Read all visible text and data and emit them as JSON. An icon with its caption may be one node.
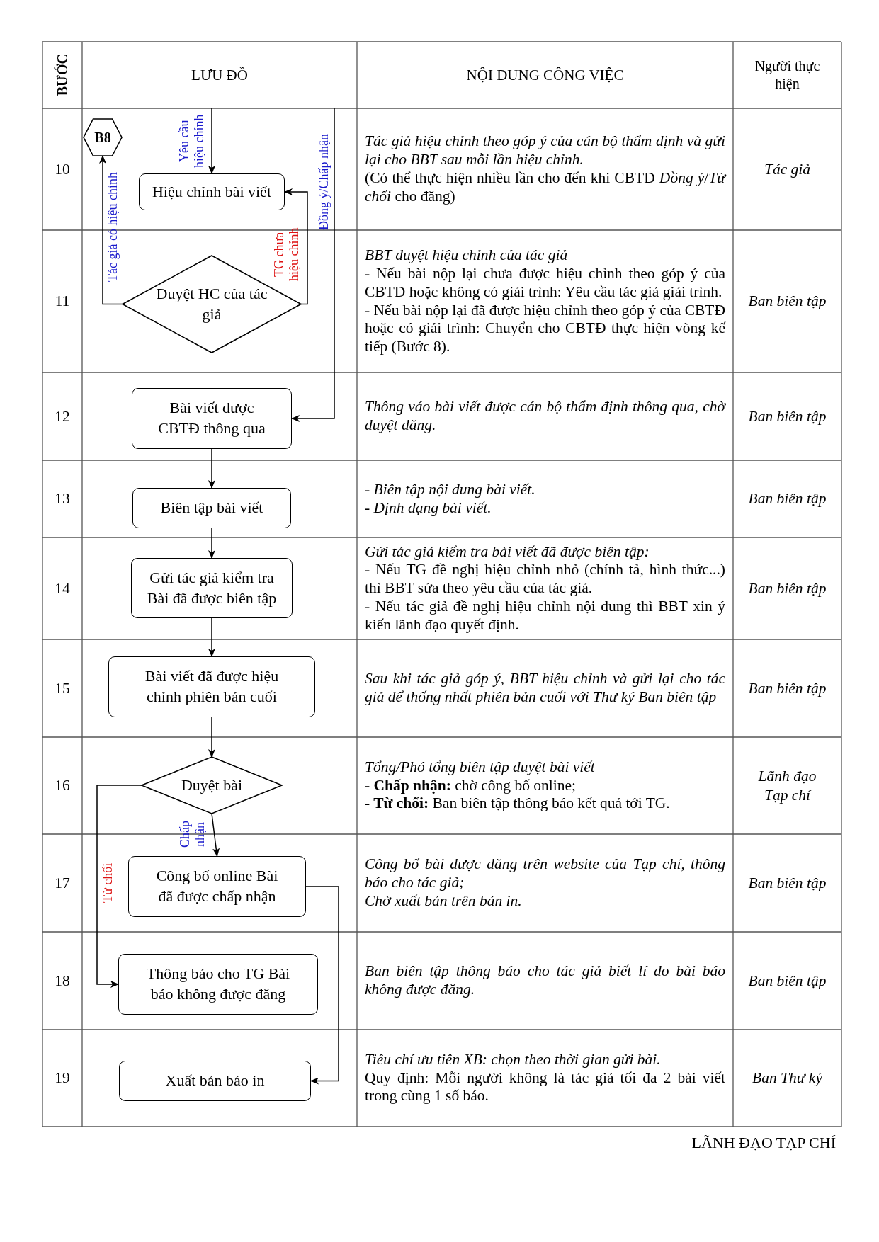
{
  "diagram": {
    "nodes": [
      {
        "text": [
          "B8"
        ]
      },
      {
        "text": [
          "Hiệu chỉnh bài viết"
        ]
      },
      {
        "text": [
          "Duyệt HC của tác giả"
        ]
      },
      {
        "text": [
          "Bài viết được CBTĐ thông qua"
        ]
      },
      {
        "text": [
          "Biên tập bài viết"
        ]
      },
      {
        "text": [
          "Gửi tác giả kiểm tra Bài đã được biên tập"
        ]
      },
      {
        "text": [
          "Bài viết đã được hiệu chỉnh phiên bản cuối"
        ]
      },
      {
        "text": [
          "Duyệt bài"
        ]
      },
      {
        "text": [
          "Công bố online Bài đã được chấp nhận"
        ]
      },
      {
        "text": [
          "Thông báo cho TG Bài báo không được đăng"
        ]
      },
      {
        "text": [
          "Xuất bản báo in"
        ]
      }
    ],
    "edges": [
      {
        "from": null,
        "to": 1,
        "arrow": "to",
        "label": "Yêu cầu hiệu chỉnh"
      },
      {
        "from": 2,
        "to": 0,
        "arrow": "to",
        "label": "Tác giả có hiệu chỉnh"
      },
      {
        "from": 2,
        "to": 1,
        "arrow": "to",
        "label": "TG chưa hiệu chỉnh"
      },
      {
        "from": null,
        "to": 3,
        "arrow": "to",
        "label": "Đồng ý/Chấp nhận"
      },
      {
        "from": 3,
        "to": 4,
        "arrow": "to"
      },
      {
        "from": 4,
        "to": 5,
        "arrow": "to"
      },
      {
        "from": 5,
        "to": 6,
        "arrow": "to"
      },
      {
        "from": 6,
        "to": 7,
        "arrow": "to"
      },
      {
        "from": 7,
        "to": 8,
        "arrow": "to",
        "label": "Chấp nhận"
      },
      {
        "from": 7,
        "to": 9,
        "arrow": "to",
        "label": "Từ chối"
      },
      {
        "from": 8,
        "to": 10,
        "arrow": "to"
      }
    ],
    "labels": [
      "BƯỚC",
      "LƯU ĐỒ",
      "NỘI DUNG CÔNG VIỆC",
      "Người thực hiện",
      "10",
      "Tác giả hiệu chỉnh theo góp ý của cán bộ thẩm định và gửi lại cho BBT sau mỗi lần hiệu chỉnh.",
      "(Có thể thực hiện nhiều lần cho đến khi CBTĐ *Đồng ý*/*Từ chối* cho đăng)",
      "Tác giả",
      "11",
      "BBT duyệt hiệu chỉnh của tác giả",
      "- Nếu bài nộp lại chưa được hiệu chỉnh theo góp ý của CBTĐ hoặc không có giải trình: Yêu cầu tác giả giải trình.",
      "- Nếu bài nộp lại đã được hiệu chỉnh theo góp ý của CBTĐ hoặc có giải trình: Chuyển cho CBTĐ thực hiện vòng kế tiếp (Bước 8).",
      "Ban biên tập",
      "12",
      "Thông váo bài viết được cán bộ thẩm định thông qua, chờ duyệt đăng.",
      "Ban biên tập",
      "13",
      "- Biên tập nội dung bài viết.",
      "- Định dạng bài viết.",
      "Ban biên tập",
      "14",
      "Gửi tác giả kiểm tra bài viết đã được biên tập:",
      "- Nếu TG đề nghị hiệu chỉnh nhỏ (chính tả, hình thức...) thì BBT sửa theo yêu cầu của tác giả.",
      "- Nếu tác giả đề nghị hiệu chỉnh nội dung thì BBT xin ý kiến lãnh đạo quyết định.",
      "Ban biên tập",
      "15",
      "Sau khi tác giả góp ý, BBT hiệu chỉnh và gửi lại cho tác giả để thống nhất phiên bản cuối với Thư ký Ban biên tập",
      "Ban biên tập",
      "16",
      "Tổng/Phó tổng biên tập duyệt bài viết",
      "**- Chấp nhận:** chờ công bố online;",
      "**- Từ chối:** Ban biên tập thông báo kết quả tới TG.",
      "Lãnh đạo Tạp chí",
      "17",
      "Công bố bài được đăng trên website của Tạp chí, thông báo cho tác giả;",
      "Chờ xuất bản trên bản in.",
      "Ban biên tập",
      "18",
      "Ban biên tập thông báo cho tác giả biết lí do bài báo không được đăng.",
      "Ban biên tập",
      "19",
      "Tiêu chí ưu tiên XB: chọn theo thời gian gửi bài.",
      "Quy định: Mỗi người không là tác giả tối đa 2 bài viết trong cùng 1 số báo.",
      "Ban Thư ký",
      "LÃNH ĐẠO TẠP CHÍ"
    ]
  }
}
